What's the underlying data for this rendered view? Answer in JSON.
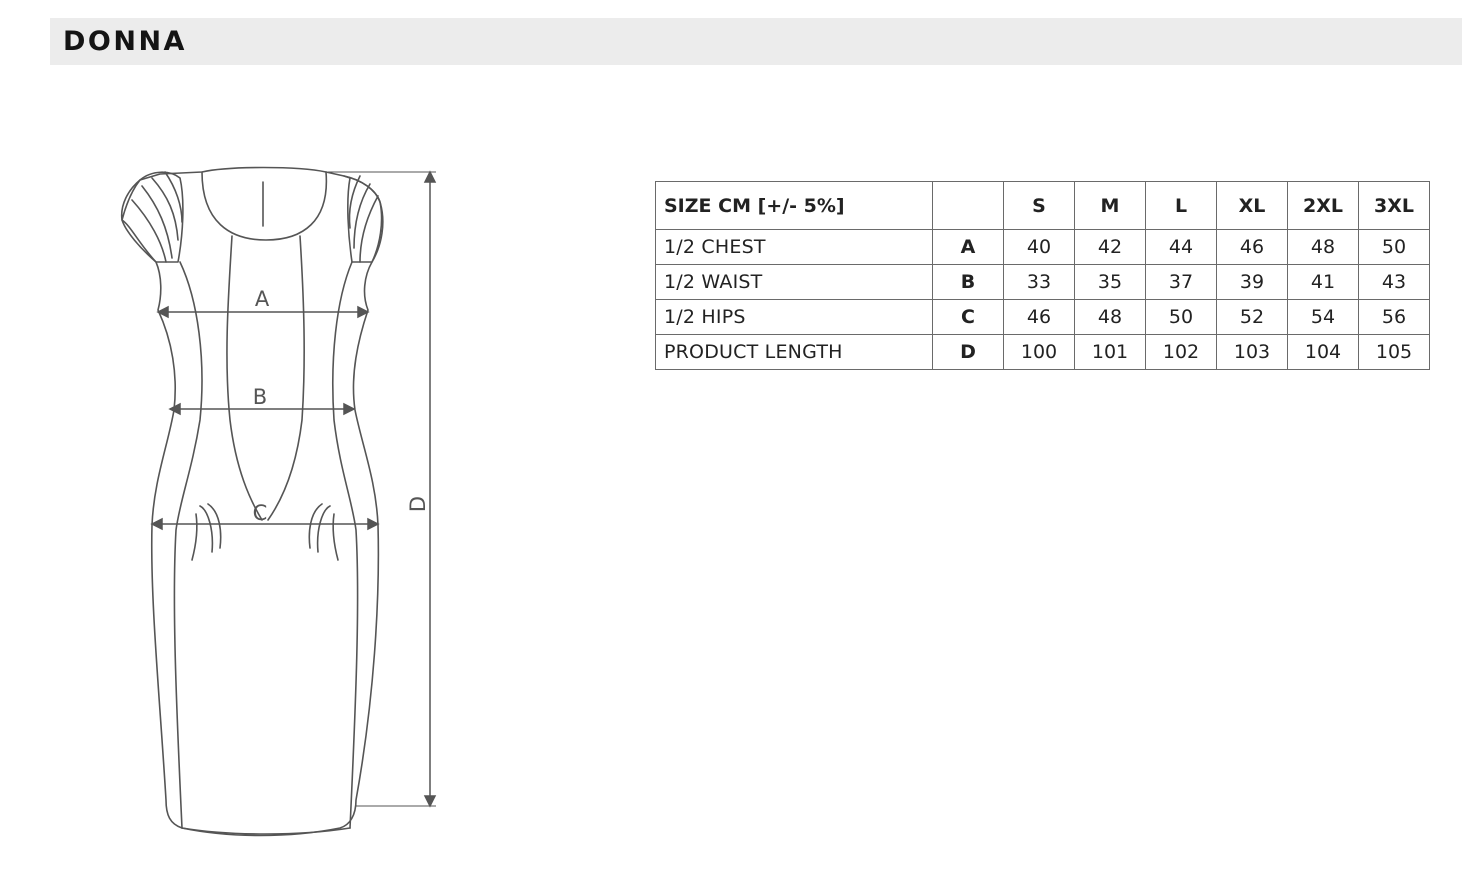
{
  "header": {
    "title": "DONNA"
  },
  "diagram": {
    "labels": {
      "a": "A",
      "b": "B",
      "c": "C",
      "d": "D"
    }
  },
  "table": {
    "columns": [
      "SIZE CM [+/- 5%]",
      "",
      "S",
      "M",
      "L",
      "XL",
      "2XL",
      "3XL"
    ],
    "rows": [
      {
        "label": "1/2 CHEST",
        "code": "A",
        "values": [
          "40",
          "42",
          "44",
          "46",
          "48",
          "50"
        ]
      },
      {
        "label": "1/2 WAIST",
        "code": "B",
        "values": [
          "33",
          "35",
          "37",
          "39",
          "41",
          "43"
        ]
      },
      {
        "label": "1/2 HIPS",
        "code": "C",
        "values": [
          "46",
          "48",
          "50",
          "52",
          "54",
          "56"
        ]
      },
      {
        "label": "PRODUCT LENGTH",
        "code": "D",
        "values": [
          "100",
          "101",
          "102",
          "103",
          "104",
          "105"
        ]
      }
    ]
  }
}
